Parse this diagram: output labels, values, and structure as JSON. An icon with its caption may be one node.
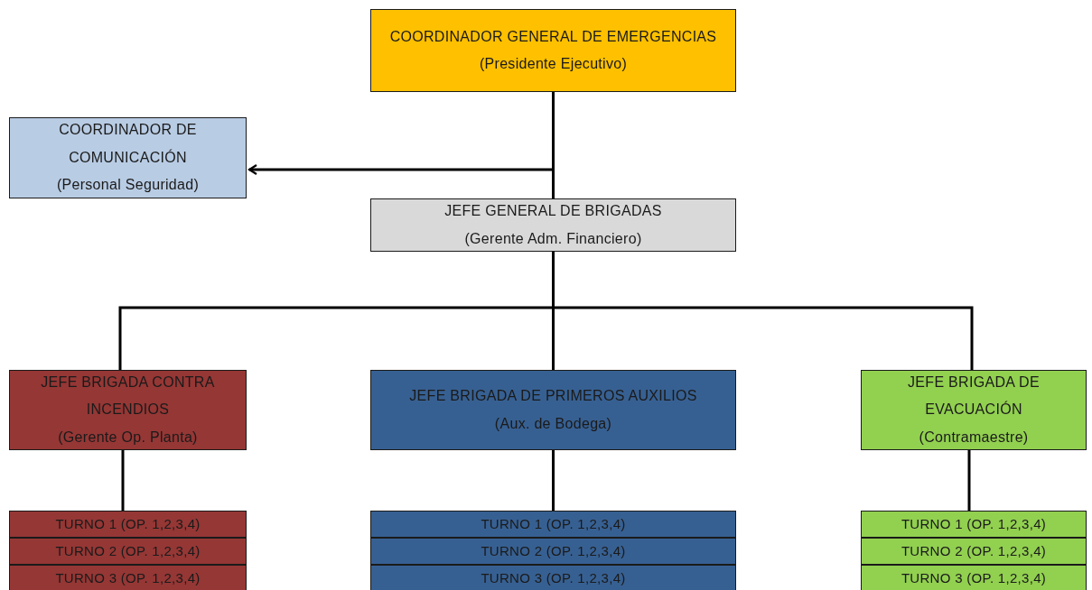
{
  "diagram": {
    "nodes": [
      {
        "text": [
          "COORDINADOR GENERAL DE EMERGENCIAS",
          "(Presidente Ejecutivo)"
        ]
      },
      {
        "text": [
          "COORDINADOR DE COMUNICACIÓN",
          "(Personal Seguridad)"
        ]
      },
      {
        "text": [
          "JEFE GENERAL DE BRIGADAS",
          "(Gerente Adm. Financiero)"
        ]
      },
      {
        "text": [
          "JEFE BRIGADA CONTRA INCENDIOS",
          "(Gerente Op. Planta)"
        ]
      },
      {
        "text": [
          "JEFE BRIGADA DE PRIMEROS AUXILIOS",
          "(Aux. de Bodega)"
        ]
      },
      {
        "text": [
          "JEFE BRIGADA DE EVACUACIÓN",
          "(Contramaestre)"
        ]
      },
      {
        "text": [
          "TURNO 1 (OP. 1,2,3,4)"
        ]
      },
      {
        "text": [
          "TURNO 2 (OP. 1,2,3,4)"
        ]
      },
      {
        "text": [
          "TURNO 3 (OP. 1,2,3,4)"
        ]
      },
      {
        "text": [
          "TURNO 1 (OP. 1,2,3,4)"
        ]
      },
      {
        "text": [
          "TURNO 2 (OP. 1,2,3,4)"
        ]
      },
      {
        "text": [
          "TURNO 3 (OP. 1,2,3,4)"
        ]
      },
      {
        "text": [
          "TURNO 1 (OP. 1,2,3,4)"
        ]
      },
      {
        "text": [
          "TURNO 2 (OP. 1,2,3,4)"
        ]
      },
      {
        "text": [
          "TURNO 3 (OP. 1,2,3,4)"
        ]
      }
    ],
    "edges": [
      {
        "from": 0,
        "to": 2,
        "arrow": "none"
      },
      {
        "from": 0,
        "to": 1,
        "arrow": "to"
      },
      {
        "from": 2,
        "to": 3,
        "arrow": "none"
      },
      {
        "from": 2,
        "to": 4,
        "arrow": "none"
      },
      {
        "from": 2,
        "to": 5,
        "arrow": "none"
      },
      {
        "from": 3,
        "to": 6,
        "arrow": "none"
      },
      {
        "from": 4,
        "to": 9,
        "arrow": "none"
      },
      {
        "from": 5,
        "to": 12,
        "arrow": "none"
      }
    ]
  }
}
